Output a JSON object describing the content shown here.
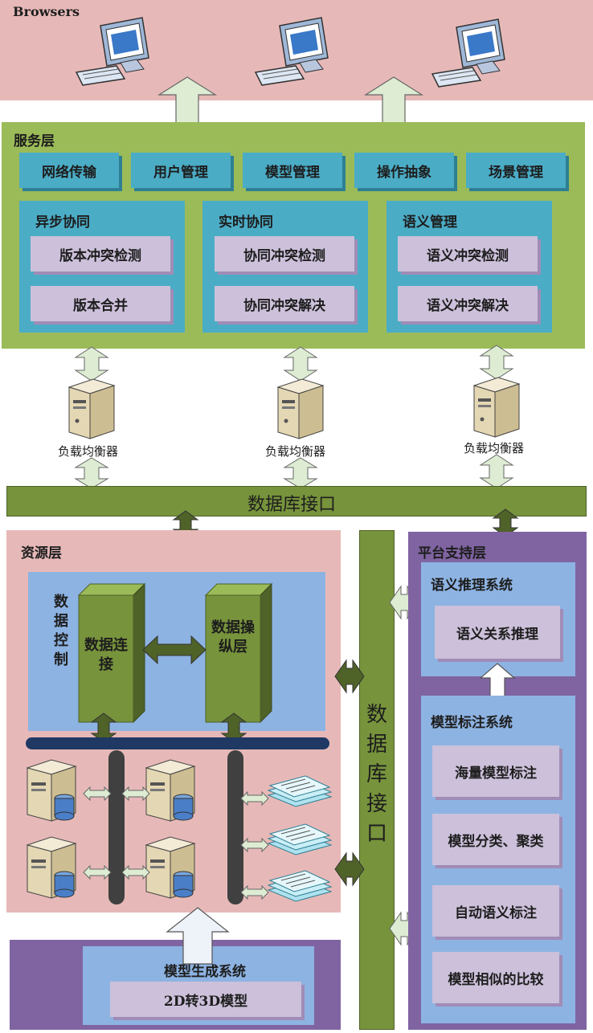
{
  "browsers": {
    "title": "Browsers"
  },
  "service_layer": {
    "title": "服务层",
    "top_modules": [
      "网络传输",
      "用户管理",
      "模型管理",
      "操作抽象",
      "场景管理"
    ],
    "groups": [
      {
        "title": "异步协同",
        "items": [
          "版本冲突检测",
          "版本合并"
        ]
      },
      {
        "title": "实时协同",
        "items": [
          "协同冲突检测",
          "协同冲突解决"
        ]
      },
      {
        "title": "语义管理",
        "items": [
          "语义冲突检测",
          "语义冲突解决"
        ]
      }
    ]
  },
  "load_balancers": [
    "负载均衡器",
    "负载均衡器",
    "负载均衡器"
  ],
  "db_interface_h": {
    "label": "数据库接口"
  },
  "resource_layer": {
    "title": "资源层",
    "data_control": "数据控制",
    "data_connect": "数据连接",
    "data_manipulation": "数据操纵层"
  },
  "db_interface_v": {
    "label": "数据库接口"
  },
  "platform_layer": {
    "title": "平台支持层",
    "reasoning": {
      "title": "语义推理系统",
      "item": "语义关系推理"
    },
    "annotation": {
      "title": "模型标注系统",
      "items": [
        "海量模型标注",
        "模型分类、聚类",
        "自动语义标注",
        "模型相似的比较"
      ]
    }
  },
  "generation": {
    "title": "模型生成系统",
    "item": "2D转3D模型"
  },
  "colors": {
    "browsers_bg": "#e6b9b8",
    "service_bg": "#9bbb59",
    "teal": "#4bacc6",
    "lavender": "#ccc0da",
    "db_green": "#77933c",
    "resource_bg": "#e6b9b8",
    "blue_panel": "#8db3e2",
    "platform_bg": "#8064a2"
  },
  "icons": [
    "computer-icon",
    "server-icon",
    "database-icon",
    "document-stack-icon",
    "double-arrow"
  ]
}
